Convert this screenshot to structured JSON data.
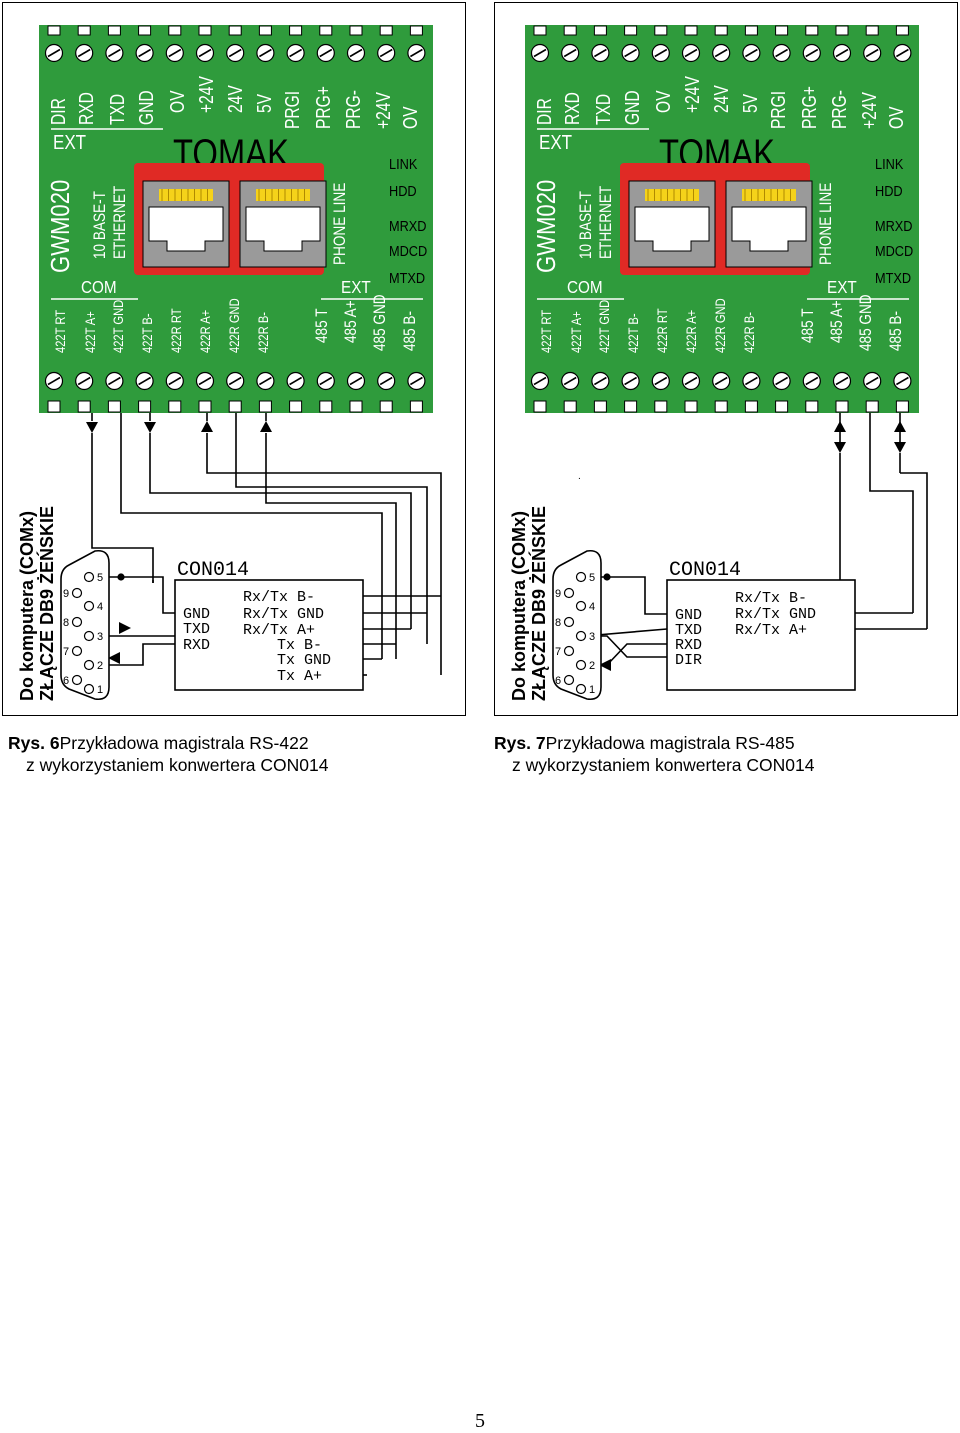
{
  "figures": [
    {
      "module": {
        "model": "GWM020",
        "brand": "TOMAK",
        "ext_label": "EXT",
        "com_label": "COM",
        "ext2_label": "EXT",
        "ethernet_label": "ETHERNET",
        "base_label": "10 BASE-T",
        "phone_label": "PHONE LINE",
        "leds": [
          "LINK",
          "HDD",
          "MRXD",
          "MDCD",
          "MTXD"
        ],
        "top_terminals": [
          "DIR",
          "RXD",
          "TXD",
          "GND",
          "OV",
          "+24V",
          "24V",
          "5V",
          "PRGI",
          "PRG+",
          "PRG-",
          "+24V",
          "OV"
        ],
        "bottom_terminals": [
          "422T RT",
          "422T A+",
          "422T GND",
          "422T B-",
          "422R RT",
          "422R A+",
          "422R GND",
          "422R B-",
          "485 T",
          "485 A+",
          "485 GND",
          "485 B-"
        ]
      },
      "db9": {
        "title": "Do komputera (COMx)",
        "subtitle": "ZŁĄCZE DB9 ŻEŃSKIE",
        "pins_top": [
          "5",
          "4",
          "3",
          "2",
          "1"
        ],
        "pins_bottom": [
          "9",
          "8",
          "7",
          "6"
        ]
      },
      "converter": {
        "name": "CON014",
        "left_pins": [
          "GND",
          "TXD",
          "RXD"
        ],
        "right_pins": [
          "Rx/Tx B-",
          "Rx/Tx GND",
          "Rx/Tx A+",
          "Tx B-",
          "Tx GND",
          "Tx A+"
        ]
      },
      "caption": {
        "prefix": "Rys. 6",
        "title": "Przykładowa magistrala RS-422",
        "line2": "z wykorzystaniem konwertera CON014"
      }
    },
    {
      "module": {
        "model": "GWM020",
        "brand": "TOMAK",
        "ext_label": "EXT",
        "com_label": "COM",
        "ext2_label": "EXT",
        "ethernet_label": "ETHERNET",
        "base_label": "10 BASE-T",
        "phone_label": "PHONE LINE",
        "leds": [
          "LINK",
          "HDD",
          "MRXD",
          "MDCD",
          "MTXD"
        ],
        "top_terminals": [
          "DIR",
          "RXD",
          "TXD",
          "GND",
          "OV",
          "+24V",
          "24V",
          "5V",
          "PRGI",
          "PRG+",
          "PRG-",
          "+24V",
          "OV"
        ],
        "bottom_terminals": [
          "422T RT",
          "422T A+",
          "422T GND",
          "422T B-",
          "422R RT",
          "422R A+",
          "422R GND",
          "422R B-",
          "485 T",
          "485 A+",
          "485 GND",
          "485 B-"
        ]
      },
      "db9": {
        "title": "Do komputera (COMx)",
        "subtitle": "ZŁĄCZE DB9 ŻEŃSKIE",
        "pins_top": [
          "5",
          "4",
          "3",
          "2",
          "1"
        ],
        "pins_bottom": [
          "9",
          "8",
          "7",
          "6"
        ]
      },
      "converter": {
        "name": "CON014",
        "left_pins": [
          "GND",
          "TXD",
          "RXD",
          "DIR"
        ],
        "right_pins": [
          "Rx/Tx B-",
          "Rx/Tx GND",
          "Rx/Tx A+"
        ]
      },
      "caption": {
        "prefix": "Rys. 7",
        "title": "Przykładowa magistrala RS-485",
        "line2": "z wykorzystaniem konwertera CON014"
      }
    }
  ],
  "page_number": "5",
  "colors": {
    "board": "#2f9b3c",
    "connector_red": "#e02a25",
    "jack_grey": "#9a9a9a",
    "terminal": "#ffffff",
    "wire": "#000000"
  }
}
